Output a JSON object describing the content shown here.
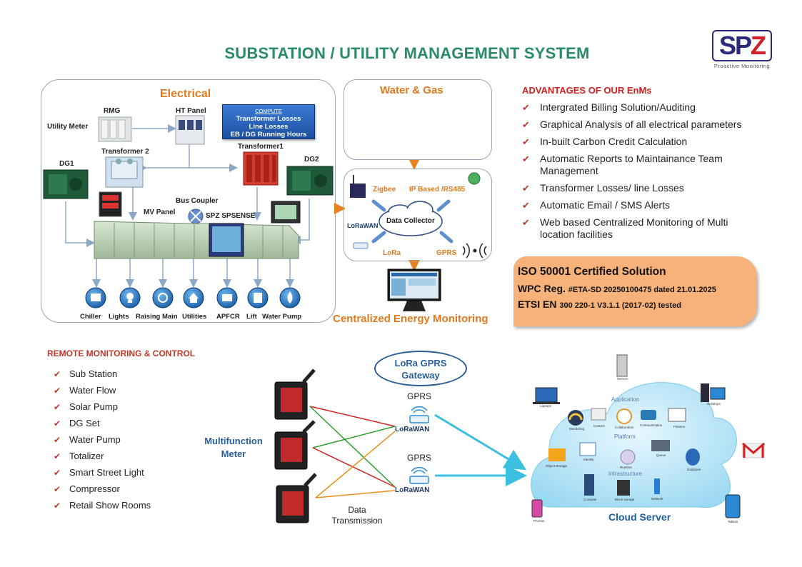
{
  "title": "SUBSTATION / UTILITY MANAGEMENT SYSTEM",
  "logo": {
    "text_a": "SP",
    "text_b": "Z",
    "tagline": "Proactive Monitoring"
  },
  "electrical": {
    "title": "Electrical",
    "labels": {
      "utility_meter": "Utility Meter",
      "rmg": "RMG",
      "ht_panel": "HT Panel",
      "transformer2": "Transformer 2",
      "transformer1": "Transformer1",
      "dg1": "DG1",
      "dg2": "DG2",
      "bus_coupler": "Bus Coupler",
      "mv_panel": "MV Panel",
      "spz_spsense": "SPZ SPSENSE"
    },
    "compute": {
      "title": "COMPUTE",
      "line1": "Transformer Losses",
      "line2": "Line Losses",
      "line3": "EB / DG Running Hours"
    },
    "loads": [
      "Chiller",
      "Lights",
      "Raising Main",
      "Utilities",
      "APFCR",
      "Lift",
      "Water Pump"
    ]
  },
  "water_gas": {
    "title": "Water & Gas"
  },
  "collector": {
    "zigbee": "Zigbee",
    "ip_based": "IP Based /RS485",
    "data_collector": "Data Collector",
    "lorawan": "LoRaWAN",
    "lora": "LoRa",
    "gprs": "GPRS"
  },
  "cem_title": "Centralized Energy Monitoring",
  "advantages": {
    "title": "ADVANTAGES OF OUR EnMs",
    "items": [
      "Intergrated Billing Solution/Auditing",
      "Graphical Analysis of all electrical parameters",
      "In-built Carbon Credit Calculation",
      "Automatic Reports to Maintainance Team Management",
      "Transformer Losses/ line Losses",
      "Automatic Email / SMS Alerts",
      "Web based Centralized Monitoring of Multi location facilities"
    ]
  },
  "cert": {
    "iso": "ISO 50001 Certified Solution",
    "wpc_a": "WPC Reg.",
    "wpc_b": "#ETA-SD 20250100475 dated 21.01.2025",
    "etsi_a": "ETSI EN",
    "etsi_b": "300 220-1 V3.1.1 (2017-02) tested"
  },
  "remote": {
    "title": "REMOTE MONITORING  & CONTROL",
    "items": [
      "Sub Station",
      "Water Flow",
      "Solar Pump",
      "DG Set",
      "Water Pump",
      "Totalizer",
      "Smart Street Light",
      "Compressor",
      "Retail Show Rooms"
    ]
  },
  "network": {
    "gateway_line1": "LoRa GPRS",
    "gateway_line2": "Gateway",
    "meter_line1": "Multifunction",
    "meter_line2": "Meter",
    "gprs1": "GPRS",
    "gprs2": "GPRS",
    "lorawan1": "LoRaWAN",
    "lorawan2": "LoRaWAN",
    "data_line1": "Data",
    "data_line2": "Transmission"
  },
  "cloud": {
    "label": "Cloud Server",
    "application": "Application",
    "platform": "Platform",
    "infrastructure": "Infrastructure",
    "servers": "Servers",
    "laptops": "Laptops",
    "desktops": "Desktops",
    "phones": "Phones",
    "tablets": "Tablets",
    "monitoring": "Monitoring",
    "content": "Content",
    "collaboration": "Collaboration",
    "communication": "Communication",
    "finance": "Finance",
    "object_storage": "Object Storage",
    "identity": "Identity",
    "runtime": "Runtime",
    "queue": "Queue",
    "database": "Database",
    "compute": "Compute",
    "block_storage": "Block storage",
    "network": "Network"
  }
}
